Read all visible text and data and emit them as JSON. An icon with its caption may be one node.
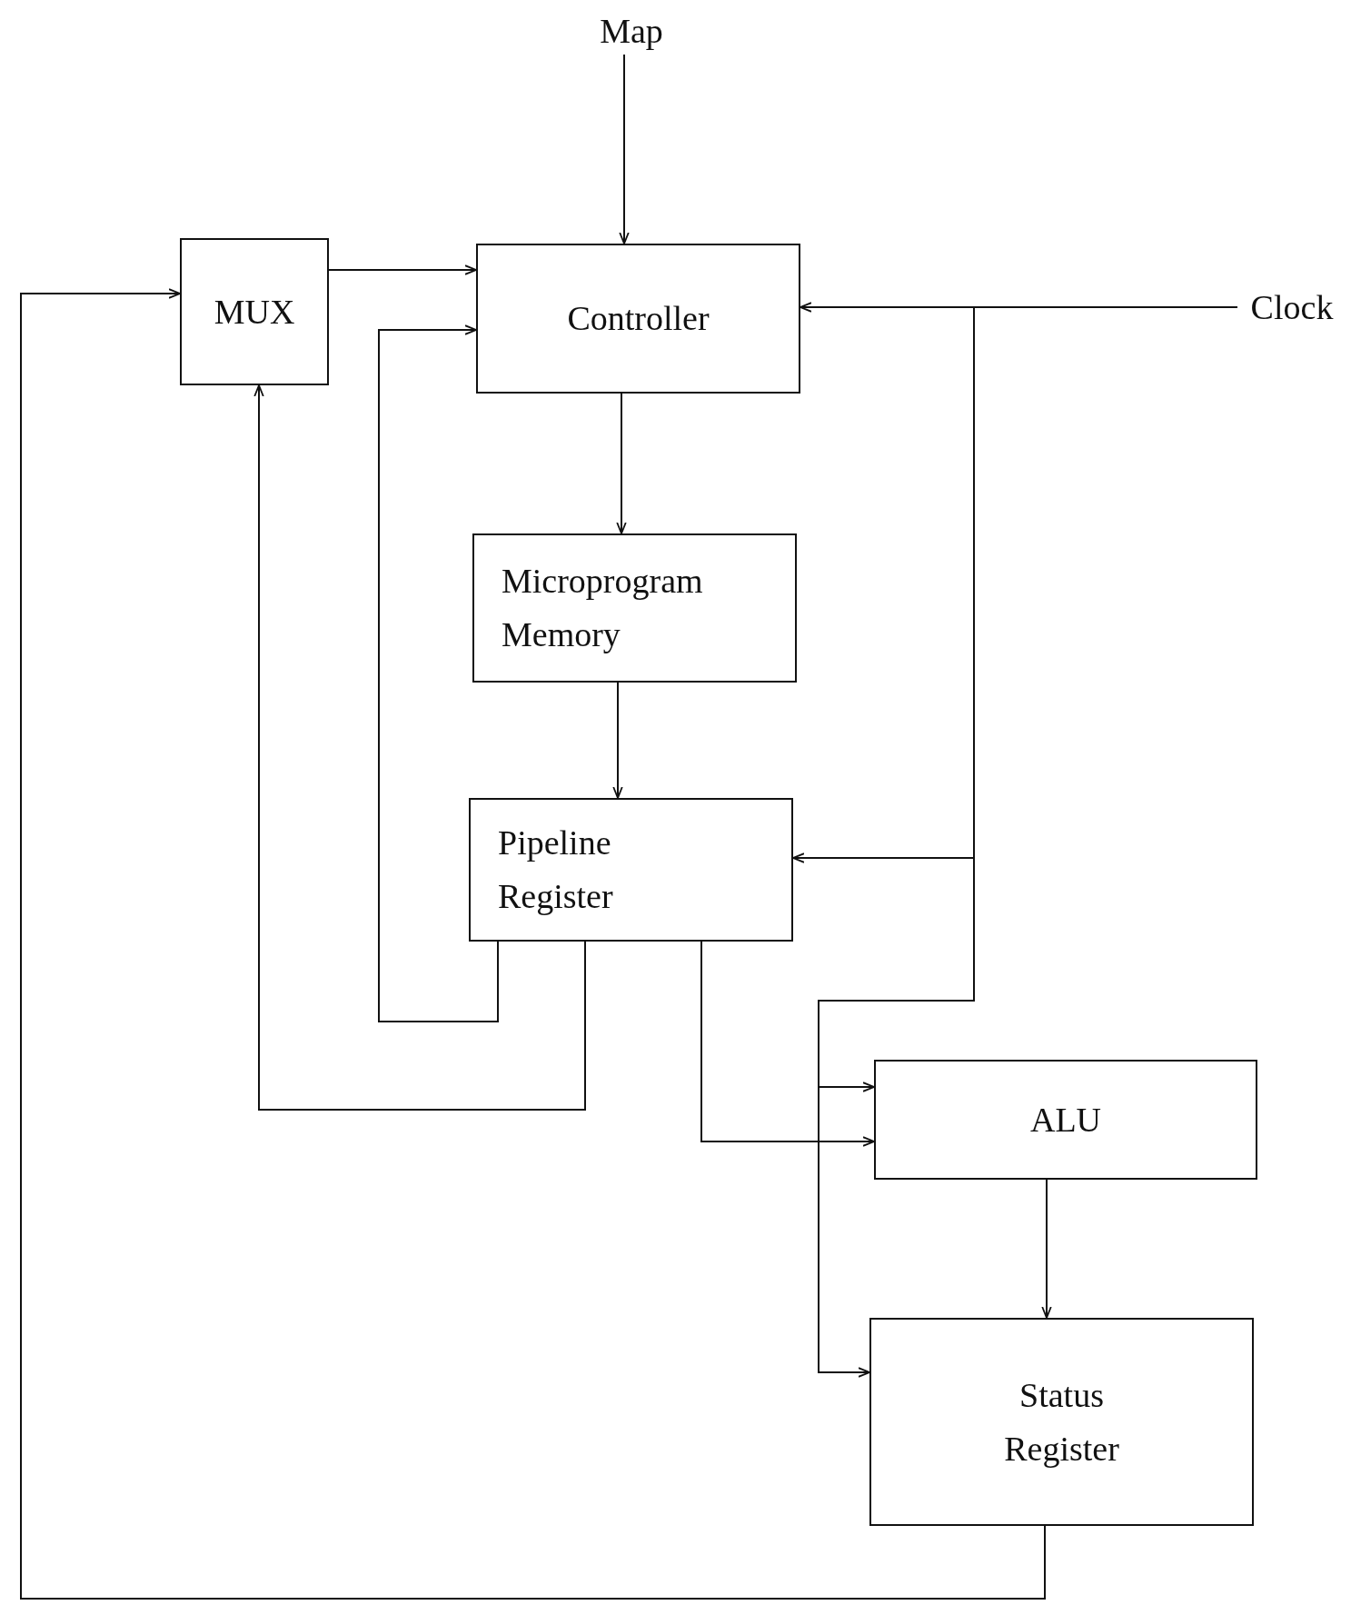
{
  "diagram": {
    "nodes": [
      {
        "text": [
          "Map"
        ]
      },
      {
        "text": [
          "MUX"
        ]
      },
      {
        "text": [
          "Controller"
        ]
      },
      {
        "text": [
          "Clock"
        ]
      },
      {
        "text": [
          "Microprogram Memory"
        ]
      },
      {
        "text": [
          "Pipeline Register"
        ]
      },
      {
        "text": [
          "ALU"
        ]
      },
      {
        "text": [
          "Status Register"
        ]
      }
    ],
    "edges": [
      {
        "from": 0,
        "to": 2,
        "arrow": "to"
      },
      {
        "from": 1,
        "to": 2,
        "arrow": "to"
      },
      {
        "from": 3,
        "to": 2,
        "arrow": "to"
      },
      {
        "from": 3,
        "to": 5,
        "arrow": "to"
      },
      {
        "from": 3,
        "to": 6,
        "arrow": "to"
      },
      {
        "from": 3,
        "to": 7,
        "arrow": "to"
      },
      {
        "from": 2,
        "to": 4,
        "arrow": "to"
      },
      {
        "from": 4,
        "to": 5,
        "arrow": "to"
      },
      {
        "from": 5,
        "to": 2,
        "arrow": "to"
      },
      {
        "from": 5,
        "to": 1,
        "arrow": "to"
      },
      {
        "from": 5,
        "to": 6,
        "arrow": "to"
      },
      {
        "from": 6,
        "to": 7,
        "arrow": "to"
      },
      {
        "from": 7,
        "to": 1,
        "arrow": "to"
      }
    ]
  }
}
